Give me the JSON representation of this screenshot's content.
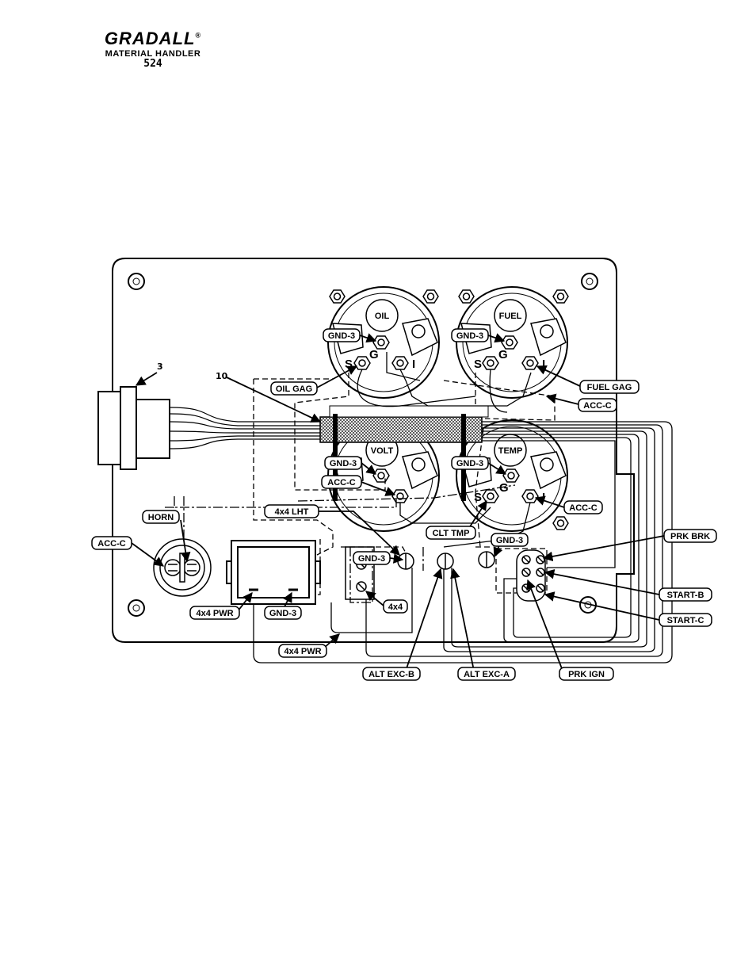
{
  "header": {
    "logo": "GRADALL",
    "registered": "®",
    "subtitle": "MATERIAL HANDLER",
    "model": "524"
  },
  "callouts": {
    "connector": "3",
    "sleeve": "10"
  },
  "gauges": {
    "oil": "OIL",
    "fuel": "FUEL",
    "volt": "VOLT",
    "temp": "TEMP"
  },
  "terminals": {
    "s": "S",
    "g": "G",
    "i": "I"
  },
  "labels": {
    "gnd3_oil": "GND-3",
    "gnd3_fuel": "GND-3",
    "oil_gag": "OIL GAG",
    "fuel_gag": "FUEL GAG",
    "acc_c_fuel": "ACC-C",
    "gnd3_volt": "GND-3",
    "gnd3_temp": "GND-3",
    "acc_c_volt": "ACC-C",
    "acc_c_temp": "ACC-C",
    "lht_4x4": "4x4 LHT",
    "horn": "HORN",
    "acc_c_horn": "ACC-C",
    "clt_tmp": "CLT TMP",
    "gnd3_switch": "GND-3",
    "gnd3_4x4": "GND-3",
    "prk_brk": "PRK BRK",
    "start_b": "START-B",
    "start_c": "START-C",
    "x4_small": "4x4",
    "pwr_4x4_left": "4x4 PWR",
    "gnd3_box": "GND-3",
    "pwr_4x4_bottom": "4x4 PWR",
    "alt_exc_b": "ALT EXC-B",
    "alt_exc_a": "ALT EXC-A",
    "prk_ign": "PRK IGN"
  }
}
